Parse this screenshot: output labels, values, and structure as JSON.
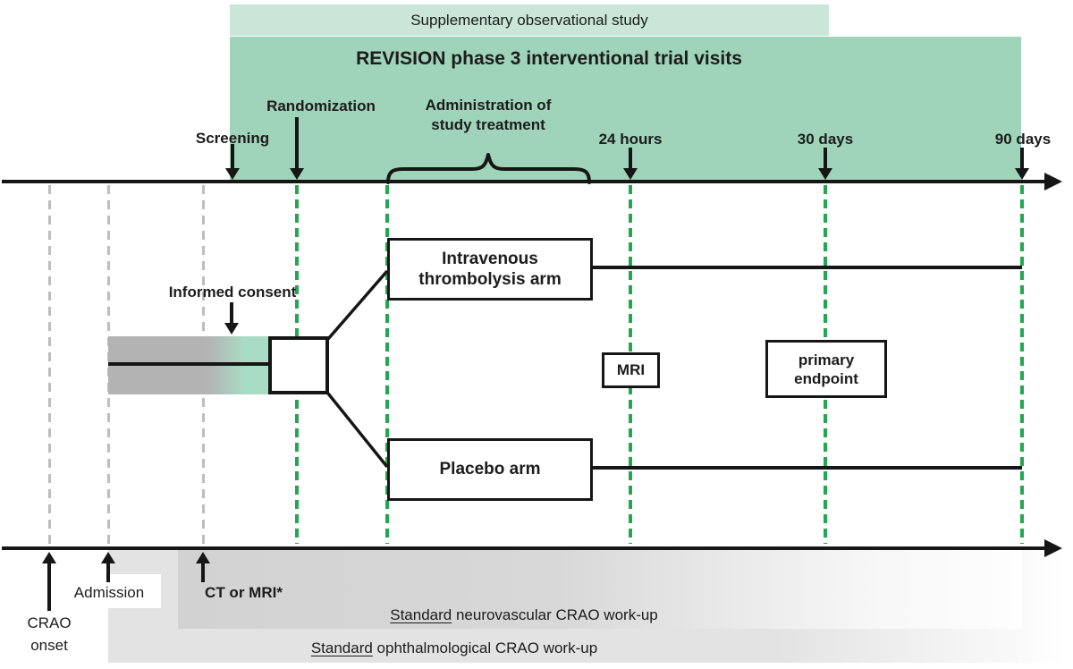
{
  "colors": {
    "banner_green": "#9fd3ba",
    "banner_light_green": "#c9e6d8",
    "dash_green": "#22a850",
    "dash_gray": "#bdbdbd",
    "bar_gray": "#b3b3b3",
    "bar_green": "#a9dcc5",
    "band_dark_gray": "#d2d2d2",
    "band_light_gray": "#e3e3e3"
  },
  "banners": {
    "supplementary": "Supplementary observational study",
    "revision_title": "REVISION phase 3 interventional trial visits"
  },
  "timeline": {
    "screening": "Screening",
    "randomization": "Randomization",
    "administration_l1": "Administration of",
    "administration_l2": "study treatment",
    "h24": "24 hours",
    "d30": "30 days",
    "d90": "90 days"
  },
  "flow": {
    "informed_consent": "Informed consent",
    "iv_arm_l1": "Intravenous",
    "iv_arm_l2": "thrombolysis arm",
    "placebo_arm": "Placebo arm",
    "mri": "MRI",
    "primary_endpoint_l1": "primary",
    "primary_endpoint_l2": "endpoint"
  },
  "bottom": {
    "crao_l1": "CRAO",
    "crao_l2": "onset",
    "admission": "Admission",
    "ct_or_mri": "CT or MRI*",
    "neuro_underlined": "Standard",
    "neuro_rest": " neurovascular CRAO work-up",
    "oph_underlined": "Standard",
    "oph_rest": " ophthalmological CRAO work-up"
  }
}
